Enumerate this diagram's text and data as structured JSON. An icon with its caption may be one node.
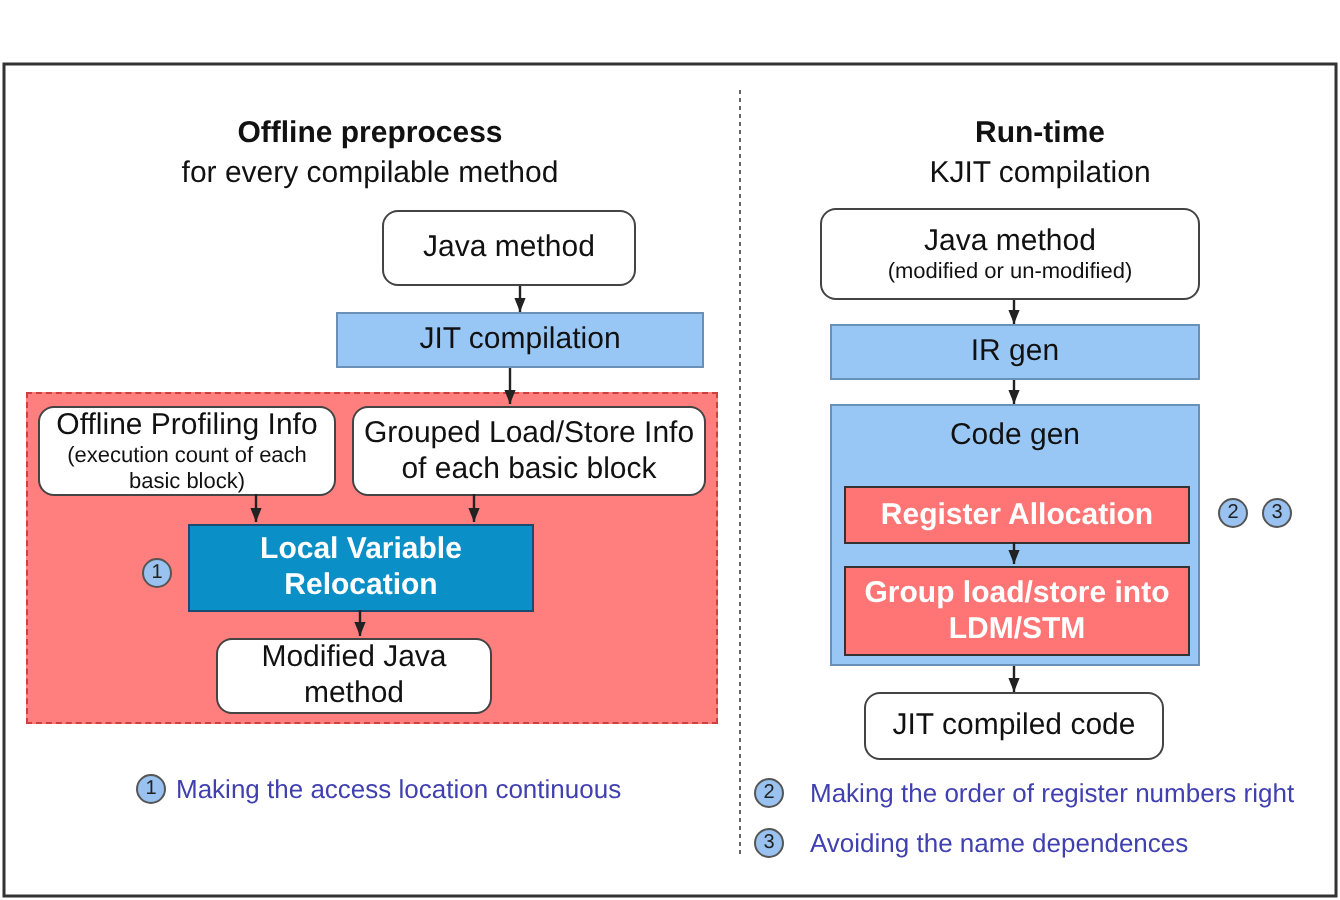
{
  "diagram": {
    "nodes": [
      {
        "text": [
          "Java method"
        ]
      },
      {
        "text": [
          "JIT compilation"
        ]
      },
      {
        "text": [],
        "shape": "box"
      },
      {
        "text": [
          "Offline Profiling Info",
          "(execution count of each basic block)"
        ],
        "in": 2
      },
      {
        "text": [
          "Grouped Load/Store Info of each basic block"
        ],
        "in": 2
      },
      {
        "text": [
          "Local Variable Relocation"
        ],
        "in": 2,
        "beside": [
          "1"
        ]
      },
      {
        "text": [
          "Modified Java method"
        ],
        "in": 2
      },
      {
        "text": [
          "Java method",
          "(modified or un-modified)"
        ]
      },
      {
        "text": [
          "IR gen"
        ]
      },
      {
        "text": [
          "Code gen"
        ]
      },
      {
        "text": [
          "Register Allocation"
        ],
        "in": 9,
        "beside": [
          "2",
          "3"
        ]
      },
      {
        "text": [
          "Group load/store into LDM/STM"
        ],
        "in": 9
      },
      {
        "text": [
          "JIT compiled code"
        ]
      }
    ],
    "edges": [
      {
        "from": 0,
        "to": 1,
        "arrow": "to"
      },
      {
        "from": 1,
        "to": 4,
        "arrow": "to"
      },
      {
        "from": 3,
        "to": 5,
        "arrow": "to"
      },
      {
        "from": 4,
        "to": 5,
        "arrow": "to"
      },
      {
        "from": 5,
        "to": 6,
        "arrow": "to"
      },
      {
        "from": 7,
        "to": 8,
        "arrow": "to"
      },
      {
        "from": 8,
        "to": 9,
        "arrow": "to"
      },
      {
        "from": 10,
        "to": 11,
        "arrow": "to"
      },
      {
        "from": 9,
        "to": 12,
        "arrow": "to"
      }
    ],
    "labels": [
      "Offline preprocess",
      "for every compilable method",
      "Run-time",
      "KJIT compilation",
      "1",
      "Making the access location continuous",
      "2",
      "Making the order of register numbers right",
      "3",
      "Avoiding the name dependences"
    ]
  }
}
